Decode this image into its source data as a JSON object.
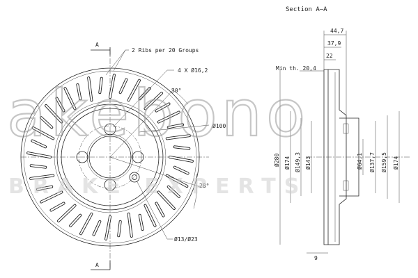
{
  "section_title": "Section A–A",
  "section_marker": "A",
  "ribs_note": "2 Ribs per 20 Groups",
  "holes_note": "4 X Ø16,2",
  "angle_30": "30°",
  "angle_28": "28°",
  "pcd": "Ø100",
  "pin_hole": "Ø13/Ø23",
  "min_th": "Min th. 20,4",
  "d_44_7": "44,7",
  "d_37_9": "37,9",
  "d_22": "22",
  "d_9": "9",
  "v_280": "Ø280",
  "v_174a": "Ø174",
  "v_149_3": "Ø149,3",
  "v_143": "Ø143",
  "v_64_1": "Ø64,1",
  "v_137_7": "Ø137,7",
  "v_159_5": "Ø159,5",
  "v_174b": "Ø174",
  "watermark_main": "akebono",
  "watermark_sub": "BRAKE EXPERTS"
}
